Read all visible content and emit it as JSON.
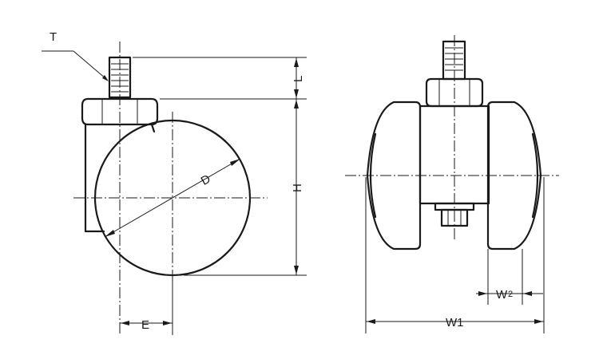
{
  "labels": {
    "T": "T",
    "L": "L",
    "H": "H",
    "D": "D",
    "E": "E",
    "W2_main": "W",
    "W2_sub": "2",
    "W1": "W1"
  }
}
